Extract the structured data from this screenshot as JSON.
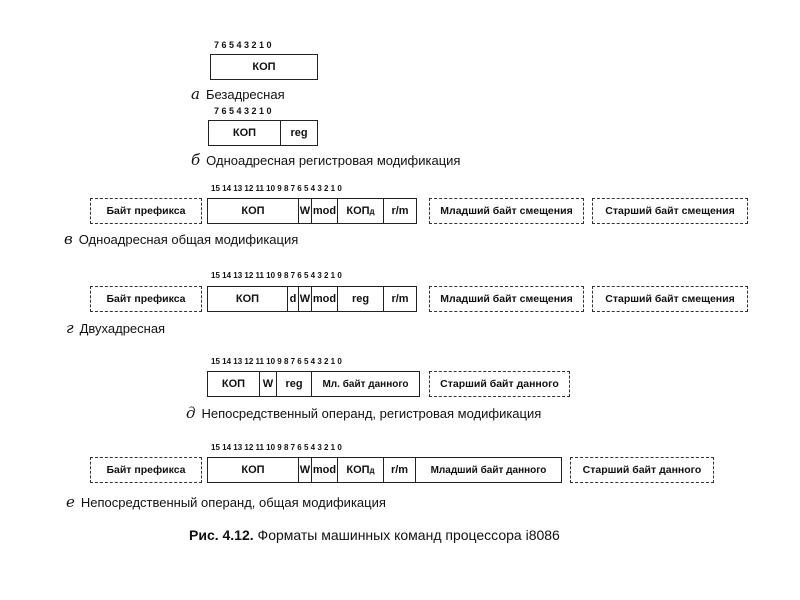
{
  "formats": {
    "a": {
      "bits": "7 6 5 4 3 2 1 0",
      "fields": [
        "КОП"
      ],
      "letter": "а",
      "caption": "Безадресная"
    },
    "b": {
      "bits": "7 6 5 4 3 2 1 0",
      "fields": [
        "КОП",
        "reg"
      ],
      "letter": "б",
      "caption": "Одноадресная регистровая модификация"
    },
    "v": {
      "bits": "15 14 13 12 11 10 9 8 7 6 5 4 3 2 1 0",
      "prefix": "Байт префикса",
      "fields": [
        "КОП",
        "W",
        "mod",
        "КОП",
        "r/m"
      ],
      "kop_sub": "д",
      "extra": [
        "Младший байт смещения",
        "Старший байт смещения"
      ],
      "letter": "в",
      "caption": "Одноадресная общая модификация"
    },
    "g": {
      "bits": "15 14 13 12 11 10 9 8 7 6 5 4 3 2 1 0",
      "prefix": "Байт префикса",
      "fields": [
        "КОП",
        "d",
        "W",
        "mod",
        "reg",
        "r/m"
      ],
      "extra": [
        "Младший байт смещения",
        "Старший байт смещения"
      ],
      "letter": "г",
      "caption": "Двухадресная"
    },
    "d": {
      "bits": "15 14 13 12 11 10 9 8 7 6 5 4 3 2 1 0",
      "fields": [
        "КОП",
        "W",
        "reg",
        "Мл. байт данного"
      ],
      "extra": [
        "Старший байт данного"
      ],
      "letter": "д",
      "caption": "Непосредственный операнд, регистровая модификация"
    },
    "e": {
      "bits": "15 14 13 12 11 10 9 8 7 6 5 4 3 2 1 0",
      "prefix": "Байт префикса",
      "fields": [
        "КОП",
        "W",
        "mod",
        "КОП",
        "r/m",
        "Младший байт данного"
      ],
      "kop_sub": "д",
      "extra": [
        "Старший байт данного"
      ],
      "letter": "е",
      "caption": "Непосредственный операнд, общая модификация"
    }
  },
  "figure": {
    "label": "Рис. 4.12.",
    "title": "Форматы машинных команд процессора i8086"
  }
}
